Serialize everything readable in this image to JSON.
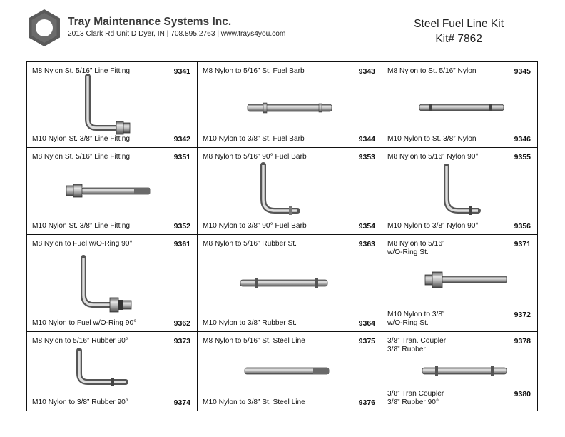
{
  "header": {
    "company_name": "Tray Maintenance Systems Inc.",
    "address": "2013 Clark Rd Unit D Dyer, IN | 708.895.2763 | www.trays4you.com",
    "kit_name": "Steel Fuel Line Kit",
    "kit_number": "Kit# 7862"
  },
  "cells": [
    {
      "top_label": "M8 Nylon St. 5/16” Line Fitting",
      "top_part": "9341",
      "bottom_label": "M10 Nylon St. 3/8” Line Fitting",
      "bottom_part": "9342"
    },
    {
      "top_label": "M8 Nylon to 5/16” St. Fuel Barb",
      "top_part": "9343",
      "bottom_label": "M10 Nylon to 3/8” St. Fuel Barb",
      "bottom_part": "9344"
    },
    {
      "top_label": "M8 Nylon to St. 5/16” Nylon",
      "top_part": "9345",
      "bottom_label": "M10 Nylon to St. 3/8” Nylon",
      "bottom_part": "9346"
    },
    {
      "top_label": "M8 Nylon St. 5/16” Line Fitting",
      "top_part": "9351",
      "bottom_label": "M10 Nylon St. 3/8” Line Fitting",
      "bottom_part": "9352"
    },
    {
      "top_label": "M8 Nylon to 5/16” 90° Fuel Barb",
      "top_part": "9353",
      "bottom_label": "M10 Nylon to 3/8” 90° Fuel Barb",
      "bottom_part": "9354"
    },
    {
      "top_label": "M8 Nylon to 5/16” Nylon 90°",
      "top_part": "9355",
      "bottom_label": "M10 Nylon to 3/8” Nylon 90°",
      "bottom_part": "9356"
    },
    {
      "top_label": "M8 Nylon to Fuel w/O-Ring 90°",
      "top_part": "9361",
      "bottom_label": "M10 Nylon to Fuel w/O-Ring 90°",
      "bottom_part": "9362"
    },
    {
      "top_label": "M8 Nylon to 5/16” Rubber St.",
      "top_part": "9363",
      "bottom_label": "M10 Nylon to 3/8” Rubber St.",
      "bottom_part": "9364"
    },
    {
      "top_label": "M8 Nylon to 5/16”",
      "top_label_2": "w/O-Ring St.",
      "top_part": "9371",
      "bottom_label": "M10 Nylon to 3/8”",
      "bottom_label_2": "w/O-Ring St.",
      "bottom_part": "9372"
    },
    {
      "top_label": "M8 Nylon to 5/16” Rubber 90°",
      "top_part": "9373",
      "bottom_label": "M10 Nylon to 3/8” Rubber 90°",
      "bottom_part": "9374"
    },
    {
      "top_label": "M8 Nylon to 5/16” St. Steel Line",
      "top_part": "9375",
      "bottom_label": "M10 Nylon to 3/8” St. Steel Line",
      "bottom_part": "9376"
    },
    {
      "top_label": "3/8” Tran. Coupler",
      "top_label_2": "3/8” Rubber",
      "top_part": "9378",
      "bottom_label": "3/8” Tran Coupler",
      "bottom_label_2": "3/8” Rubber 90°",
      "bottom_part": "9380"
    }
  ]
}
